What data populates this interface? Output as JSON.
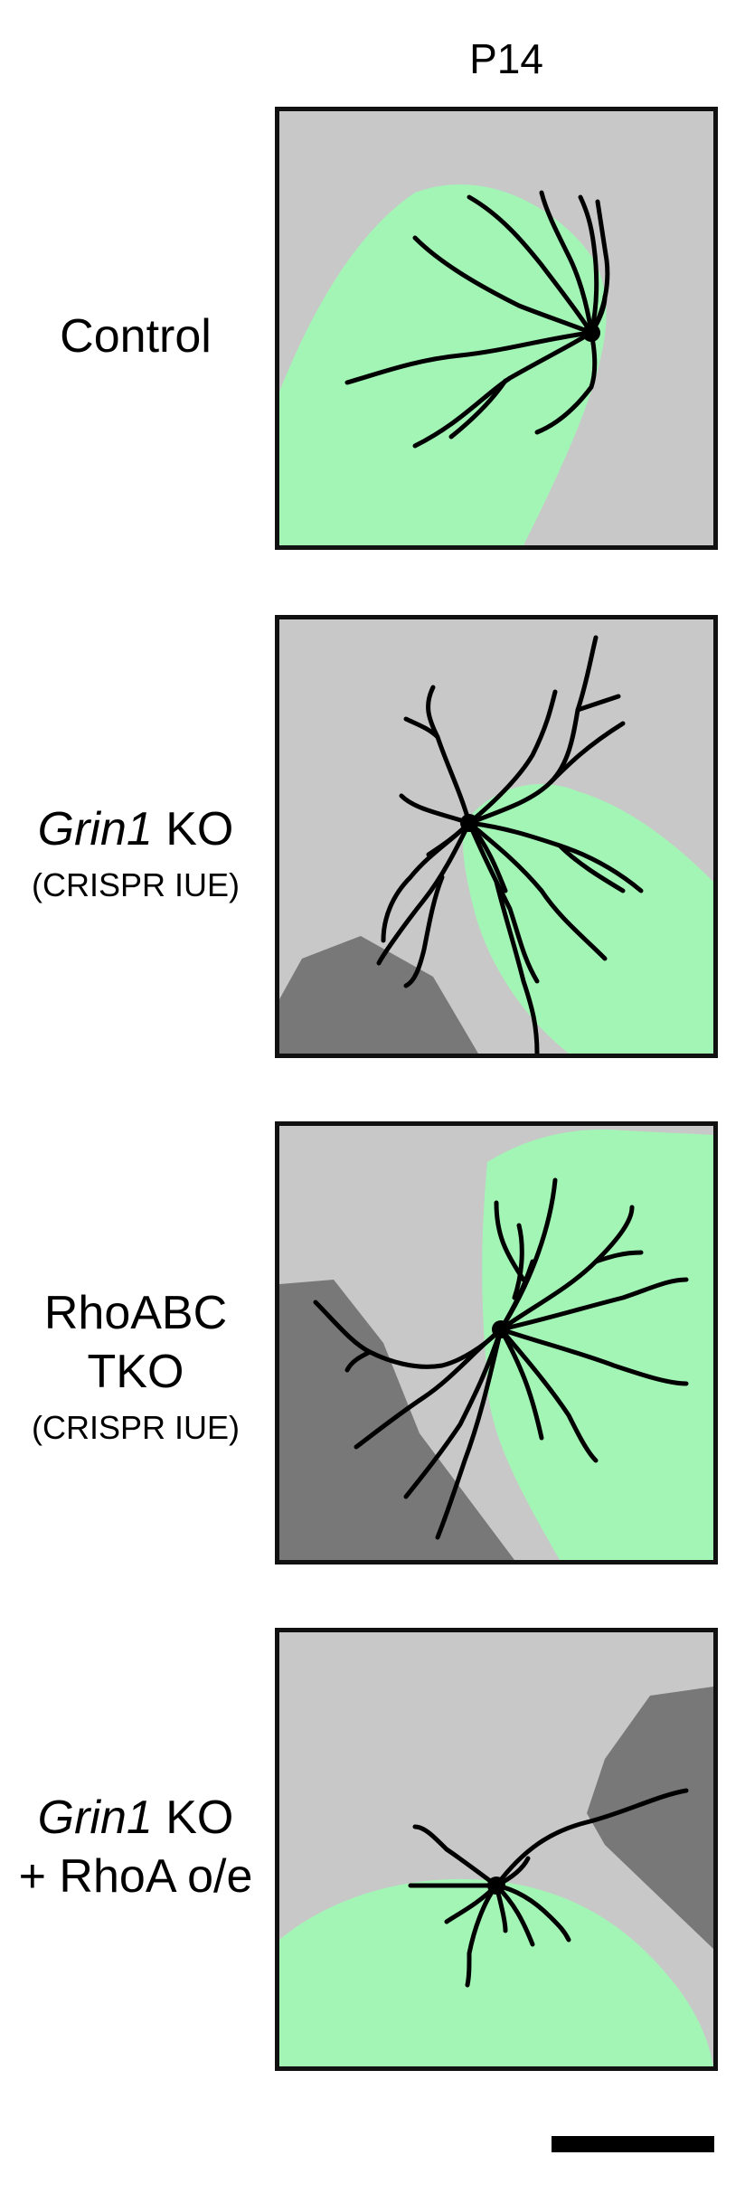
{
  "column_header": "P14",
  "rows": [
    {
      "label": "Control",
      "label_italic": "",
      "label_rest": "",
      "sub": ""
    },
    {
      "label": "",
      "label_italic": "Grin1",
      "label_rest": " KO",
      "sub": "(CRISPR IUE)"
    },
    {
      "label": "RhoABC",
      "label_line2": "TKO",
      "sub": "(CRISPR IUE)"
    },
    {
      "label": "",
      "label_italic": "Grin1",
      "label_rest": " KO",
      "label_line2": "+ RhoA o/e"
    }
  ],
  "colors": {
    "background": "#c8c8c8",
    "green_region": "#a3f5b6",
    "dark_region": "#787878",
    "neuron": "#000000",
    "border": "#111111"
  }
}
